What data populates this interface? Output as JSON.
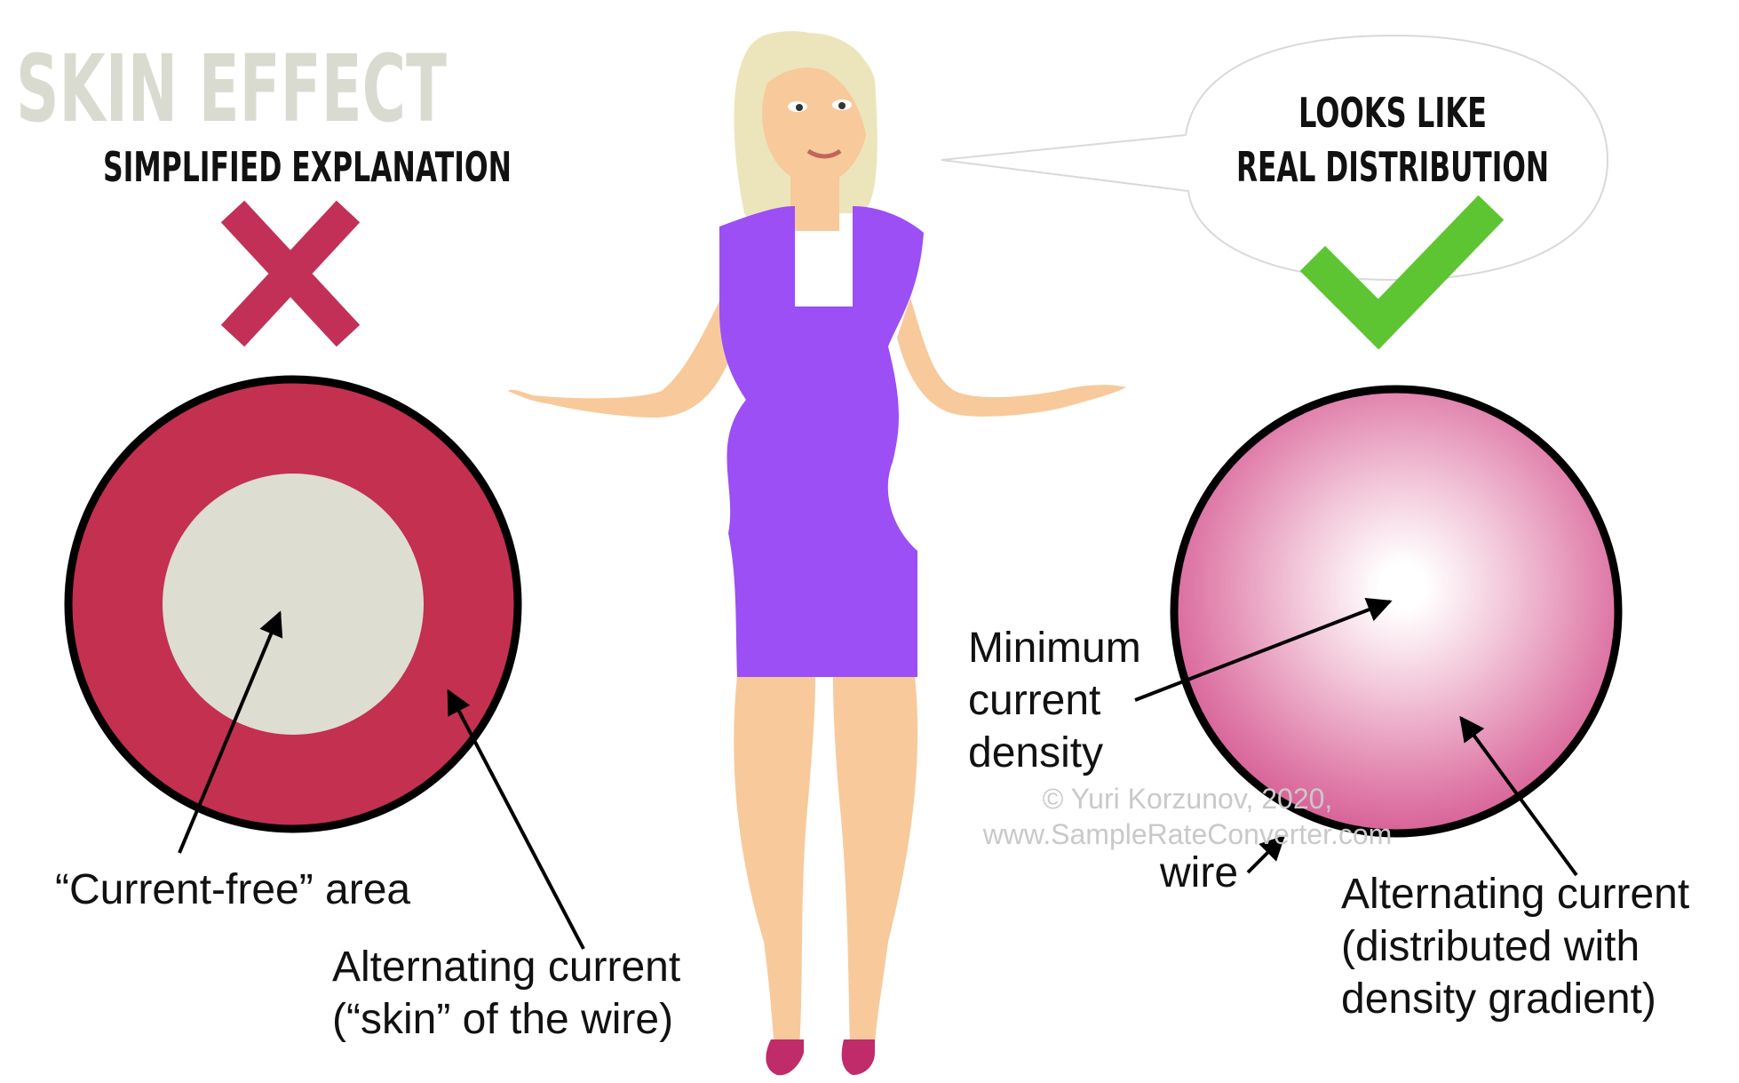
{
  "header": {
    "title": "SKIN EFFECT",
    "subtitle": "SIMPLIFIED EXPLANATION"
  },
  "speech_bubble": {
    "line1": "LOOKS LIKE",
    "line2": "REAL DISTRIBUTION"
  },
  "left_diagram": {
    "verdict_icon": "cross-icon",
    "center_label": "“Current-free” area",
    "ring_label_line1": "Alternating current",
    "ring_label_line2": "(“skin” of the wire)"
  },
  "right_diagram": {
    "verdict_icon": "checkmark-icon",
    "center_label_line1": "Minimum",
    "center_label_line2": "current",
    "center_label_line3": "density",
    "wire_label": "wire",
    "gradient_label_line1": "Alternating current",
    "gradient_label_line2": "(distributed with",
    "gradient_label_line3": "density gradient)"
  },
  "watermark": {
    "line1": "© Yuri Korzunov, 2020,",
    "line2": "www.SampleRateConverter.com"
  },
  "colors": {
    "title_gray": "#dadbd0",
    "ring_red": "#c33050",
    "core_gray": "#deddd1",
    "cross_red": "#c23058",
    "check_green": "#5ec532",
    "dress_purple": "#9b4ff5",
    "skin": "#f8c99a",
    "hair": "#ece5bc",
    "shoes": "#c02b6a",
    "gradient_outer": "#d8558f",
    "gradient_inner": "#ffffff",
    "watermark_gray": "#c9c9c9"
  }
}
